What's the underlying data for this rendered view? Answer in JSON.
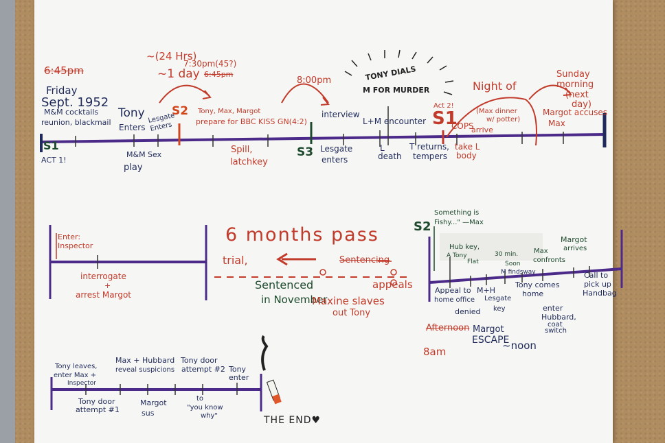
{
  "timeline_top": {
    "time_crossed": "6:45pm",
    "day_date": [
      "Friday",
      "Sept. 1952"
    ],
    "reunion": [
      "M&M cocktails",
      "reunion, blackmail"
    ],
    "tony_enters": [
      "Tony",
      "Enters"
    ],
    "lesgate_enters": [
      "Lesgate",
      "Enters"
    ],
    "hours_note": "~(24 Hrs)",
    "one_day": "~1 day",
    "time_730": "7:30pm(45?)",
    "time_crossed_2": "6:45pm",
    "s2": "S2",
    "prepare_bbc": [
      "Tony, Max, Margot",
      "prepare for BBC  KISS GN(4:2)"
    ],
    "spill": [
      "Spill,",
      "latchkey"
    ],
    "time_800": "8:00pm",
    "s3": "S3",
    "interview": "interview",
    "lesgate_enters_2": [
      "Lesgate",
      "enters"
    ],
    "tony_dials": [
      "TONY DIALS",
      "M FOR MURDER"
    ],
    "lm_encounter": "L+M encounter",
    "l_death": [
      "L",
      "death"
    ],
    "t_returns": [
      "T returns,",
      "tempers"
    ],
    "act2": "Act 2!",
    "s1_red": "S1",
    "cops_arrive": [
      "COPS",
      "arrive"
    ],
    "take_body": [
      "take L",
      "body"
    ],
    "night_of": "Night of",
    "max_dinner": [
      "(Max dinner",
      "w/ potter)"
    ],
    "sunday": [
      "Sunday",
      "morning",
      "(next",
      "day)"
    ],
    "margot_accuses": [
      "Margot accuses",
      "Max"
    ],
    "s1": "S1",
    "act1": "ACT 1!",
    "mm_sex": [
      "M&M Sex",
      "play"
    ]
  },
  "timeline_mid": {
    "enter_inspector": [
      "Enter:",
      "Inspector"
    ],
    "interrogate": [
      "interrogate",
      "+",
      "arrest Margot"
    ],
    "six_months": "6 months pass",
    "trial": "trial,",
    "sentencing": "Sentencing",
    "sentenced": [
      "Sentenced",
      "in November"
    ],
    "appeals": "appeals",
    "maxine": [
      "Maxine slaves",
      "out Tony"
    ]
  },
  "timeline_right": {
    "s2": "S2",
    "something_fishy": [
      "Something is",
      "Fishy...\" —Max"
    ],
    "hub_key": [
      "Hub key,",
      "A Tony",
      "Flat"
    ],
    "thirty_min": [
      "30 min.",
      "Soon"
    ],
    "max_confronts": [
      "Max",
      "confronts"
    ],
    "margot_arrives": [
      "Margot",
      "arrives"
    ],
    "m_findsway": "M findsway",
    "appeal_home": [
      "Appeal to",
      "home office",
      "denied"
    ],
    "mh_lesgate": [
      "M+H",
      "Lesgate",
      "key"
    ],
    "tony_comes": [
      "Tony comes",
      "home"
    ],
    "enter_hubbard": [
      "enter",
      "Hubbard,",
      "coat",
      "switch"
    ],
    "call_pickup": [
      "Call to",
      "pick up",
      "Handbag"
    ],
    "afternoon": "Afternoon",
    "margot_escape": [
      "Margot",
      "ESCAPE"
    ],
    "eight_am": "8am",
    "noon": "~noon"
  },
  "timeline_bottom": {
    "tony_leaves": [
      "Tony leaves,",
      "enter Max +",
      "Inspector"
    ],
    "max_hubbard": [
      "Max + Hubbard",
      "reveal suspicions"
    ],
    "tony_door_2": [
      "Tony door",
      "attempt #2"
    ],
    "tony_enter": [
      "Tony",
      "enter"
    ],
    "tony_door_1": [
      "Tony door",
      "attempt #1"
    ],
    "margot_sus": [
      "Margot",
      "sus"
    ],
    "to_you_know": [
      "to",
      "\"you know",
      "why\""
    ],
    "the_end": "THE END♥"
  },
  "colors": {
    "navy": "#1f2a5a",
    "red": "#c23a2a",
    "green": "#1d4a2c",
    "purple": "#4b2a8a",
    "cork": "#b08d61"
  }
}
